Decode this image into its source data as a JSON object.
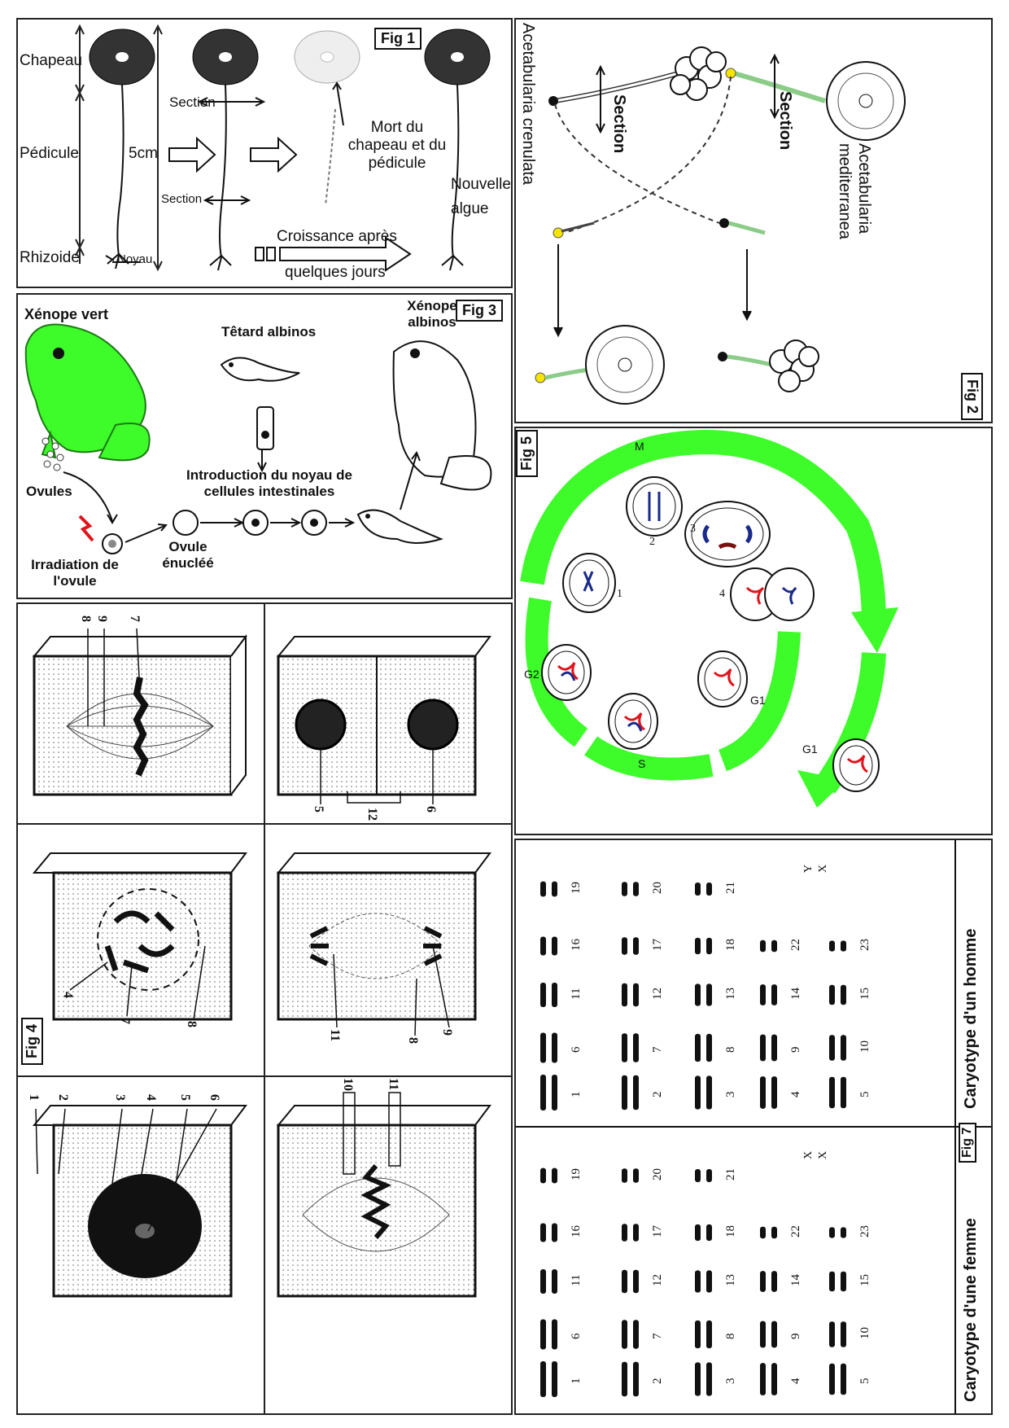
{
  "fig1": {
    "tag": "Fig 1",
    "chapeau": "Chapeau",
    "pedicule": "Pédicule",
    "rhizoide": "Rhizoide",
    "noyau": "Noyau",
    "size": "5cm",
    "section_top": "Section",
    "section_bottom": "Section",
    "mort": "Mort du chapeau et du pédicule",
    "croissance": "Croissance après",
    "jours": "quelques jours",
    "nouvelle": "Nouvelle algue"
  },
  "fig2": {
    "tag": "Fig 2",
    "species_a": "Acetabularia crenulata",
    "species_b": "Acetabularia mediterranea",
    "section_a": "Section",
    "section_b": "Section"
  },
  "fig3": {
    "tag": "Fig 3",
    "xenope_vert": "Xénope vert",
    "tetard": "Têtard albinos",
    "xenope_albinos": "Xénope albinos",
    "introduction": "Introduction du noyau de cellules intestinales",
    "ovules": "Ovules",
    "irradiation": "Irradiation de l'ovule",
    "enucle": "Ovule énucléé"
  },
  "fig4": {
    "tag": "Fig 4",
    "numbers": [
      "1",
      "2",
      "3",
      "4",
      "5",
      "6",
      "7",
      "8",
      "9",
      "10",
      "11",
      "12"
    ]
  },
  "fig5": {
    "tag": "Fig 5",
    "phases": {
      "m": "M",
      "g1": "G1",
      "g1b": "G1",
      "s": "S",
      "g2": "G2"
    },
    "stage_numbers": [
      "1",
      "2",
      "3",
      "4"
    ]
  },
  "fig7": {
    "tag": "Fig 7",
    "homme": "Caryotype d'un homme",
    "femme": "Caryotype d'une femme",
    "pair_numbers": [
      "1",
      "2",
      "3",
      "4",
      "5",
      "6",
      "7",
      "8",
      "9",
      "10",
      "11",
      "12",
      "13",
      "14",
      "15",
      "16",
      "17",
      "18",
      "19",
      "20",
      "21",
      "22",
      "23"
    ],
    "sex_homme": [
      "Y",
      "X"
    ],
    "sex_femme": [
      "X",
      "X"
    ]
  },
  "colors": {
    "green": "#3dfc2a",
    "lightgreen": "#a8e6a0",
    "yellow": "#f4e400",
    "red": "#e0141c",
    "blue": "#1a2a8a",
    "darkred": "#7a1010"
  }
}
